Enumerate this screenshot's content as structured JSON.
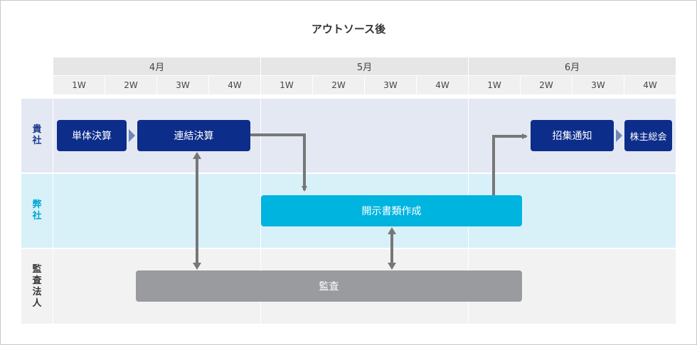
{
  "title": "アウトソース後",
  "months": [
    "4月",
    "5月",
    "6月"
  ],
  "weeks": [
    "1W",
    "2W",
    "3W",
    "4W",
    "1W",
    "2W",
    "3W",
    "4W",
    "1W",
    "2W",
    "3W",
    "4W"
  ],
  "lanes": {
    "client": [
      "貴",
      "社"
    ],
    "us": [
      "弊",
      "社"
    ],
    "audit": [
      "監",
      "査",
      "法",
      "人"
    ]
  },
  "tasks": {
    "single": "単体決算",
    "consolidated": "連結決算",
    "disclosure": "開示書類作成",
    "audit": "監査",
    "notice": "招集通知",
    "agm": "株主総会"
  },
  "colors": {
    "navy": "#0d2d8a",
    "cyan": "#00b4e0",
    "gray": "#999b9e",
    "lane_client": "#e3e8f3",
    "lane_us": "#d8f1f8",
    "lane_audit": "#f2f2f2",
    "label_client": "#1a3a8f",
    "label_us": "#00a6d6",
    "label_audit": "#333333",
    "arrow": "#777777"
  }
}
